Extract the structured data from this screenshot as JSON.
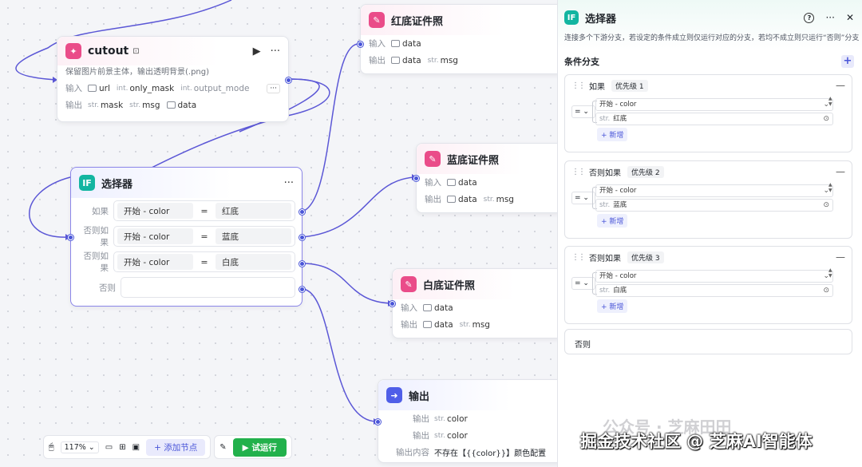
{
  "cutout": {
    "title": "cutout",
    "description": "保留图片前景主体，输出透明背景(.png)",
    "input_label": "输入",
    "output_label": "输出",
    "inputs": [
      {
        "type": "img",
        "name": "url"
      },
      {
        "type": "int.",
        "name": "only_mask"
      },
      {
        "type": "int.",
        "name": "output_mode"
      }
    ],
    "outputs": [
      {
        "type": "str.",
        "name": "mask"
      },
      {
        "type": "str.",
        "name": "msg"
      },
      {
        "type": "img",
        "name": "data"
      }
    ],
    "more": "···"
  },
  "selector_node": {
    "icon_text": "IF",
    "title": "选择器",
    "rows": [
      {
        "label": "如果",
        "left": "开始 - color",
        "op": "=",
        "right": "红底"
      },
      {
        "label": "否则如果",
        "left": "开始 - color",
        "op": "=",
        "right": "蓝底"
      },
      {
        "label": "否则如果",
        "left": "开始 - color",
        "op": "=",
        "right": "白底"
      },
      {
        "label": "否则",
        "left": "",
        "op": "",
        "right": ""
      }
    ]
  },
  "red_node": {
    "title": "红底证件照",
    "input_label": "输入",
    "output_label": "输出",
    "in1": "data",
    "out1": "data",
    "out2_type": "str.",
    "out2": "msg"
  },
  "blue_node": {
    "title": "蓝底证件照",
    "input_label": "输入",
    "output_label": "输出",
    "in1": "data",
    "out1": "data",
    "out2_type": "str.",
    "out2": "msg"
  },
  "white_node": {
    "title": "白底证件照",
    "input_label": "输入",
    "output_label": "输出",
    "in1": "data",
    "out1": "data",
    "out2_type": "str.",
    "out2": "msg"
  },
  "output_node": {
    "title": "输出",
    "row1_label": "输出",
    "row1_type": "str.",
    "row1_name": "color",
    "row2_label": "输出",
    "row2_type": "str.",
    "row2_name": "color",
    "row3_label": "输出内容",
    "row3_value": "不存在【{{color}}】颜色配置"
  },
  "panel": {
    "icon_text": "IF",
    "title": "选择器",
    "help": "?",
    "more": "···",
    "close": "✕",
    "description": "连接多个下游分支，若设定的条件成立则仅运行对应的分支，若均不成立则只运行“否则”分支",
    "section_title": "条件分支",
    "add": "+",
    "branches": [
      {
        "label": "如果",
        "priority": "优先级 1",
        "op": "=",
        "field": "开始 - color",
        "value_type": "str.",
        "value": "红底",
        "add": "+ 新增"
      },
      {
        "label": "否则如果",
        "priority": "优先级 2",
        "op": "=",
        "field": "开始 - color",
        "value_type": "str.",
        "value": "蓝底",
        "add": "+ 新增"
      },
      {
        "label": "否则如果",
        "priority": "优先级 3",
        "op": "=",
        "field": "开始 - color",
        "value_type": "str.",
        "value": "白底",
        "add": "+ 新增"
      }
    ],
    "else_label": "否则"
  },
  "toolbar": {
    "zoom": "117%",
    "add_node": "+ 添加节点",
    "run": "▶ 试运行"
  },
  "watermark": {
    "line1": "公众号 · 芝麻田田",
    "line2": "掘金技术社区 @ 芝麻AI智能体"
  },
  "colors": {
    "accent": "#4955d8",
    "wire": "#5b57d6",
    "run_green": "#22b14c",
    "pink_icon": "#ea4c89",
    "teal_icon": "#13b5a1"
  }
}
